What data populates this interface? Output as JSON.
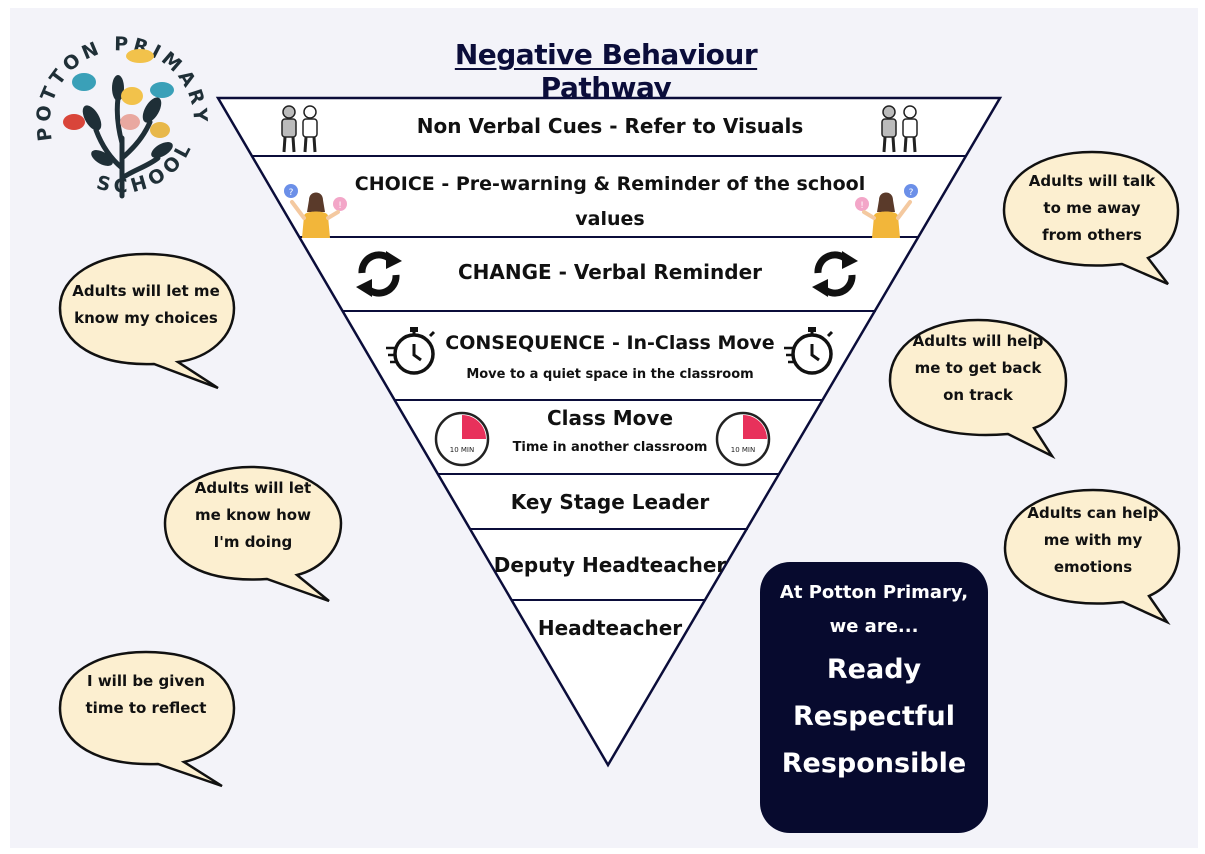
{
  "title": "Negative Behaviour Pathway",
  "logo": {
    "text": "POTTON PRIMARY SCHOOL"
  },
  "levels": [
    {
      "label": "Non Verbal Cues - Refer to Visuals",
      "icon": "people-talking-icon"
    },
    {
      "label": "CHOICE - Pre-warning & Reminder of the school values",
      "line1": "CHOICE - Pre-warning & Reminder of the school",
      "line2": "values",
      "icon": "person-choosing-icon"
    },
    {
      "label": "CHANGE - Verbal Reminder",
      "icon": "refresh-arrows-icon"
    },
    {
      "label": "CONSEQUENCE - In-Class Move",
      "sub": "Move to a quiet space in the classroom",
      "icon": "fast-stopwatch-icon"
    },
    {
      "label": "Class Move",
      "sub": "Time in another classroom",
      "icon": "ten-minute-timer-icon",
      "timer_text": "10 MIN"
    },
    {
      "label": "Key Stage Leader"
    },
    {
      "label": "Deputy Headteacher"
    },
    {
      "label": "Headteacher"
    }
  ],
  "bubbles": {
    "left": [
      "Adults will let me\nknow my choices",
      "Adults will let\nme know how\nI'm doing",
      "I will be given\ntime to reflect"
    ],
    "right": [
      "Adults will talk\nto me away\nfrom others",
      "Adults will help\nme to get back\non track",
      "Adults can help\nme with my\nemotions"
    ]
  },
  "values": {
    "intro": "At Potton Primary,\nwe are...",
    "words": [
      "Ready",
      "Respectful",
      "Responsible"
    ]
  },
  "colors": {
    "navy": "#0b0d3a",
    "bubble_fill": "#fcefd0",
    "values_box": "#070a2e",
    "timer_red": "#e8315b",
    "background": "#f3f3f9"
  }
}
